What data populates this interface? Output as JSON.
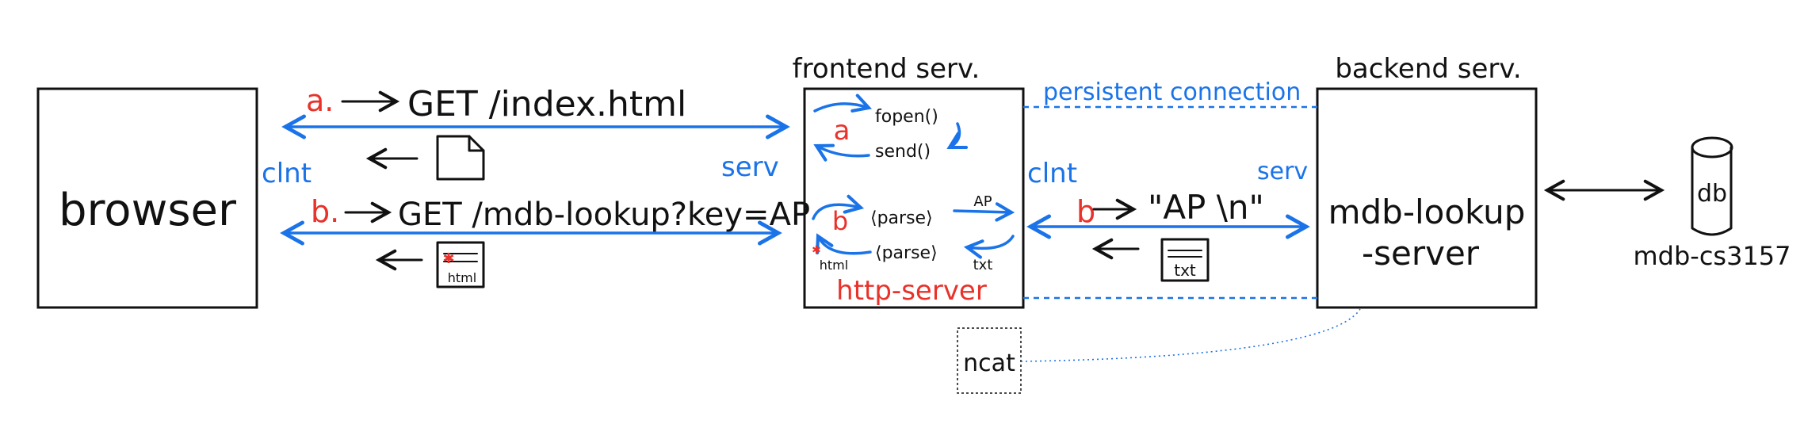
{
  "nodes": {
    "browser": "browser",
    "frontend_title": "frontend serv.",
    "backend_title": "backend serv.",
    "http_server": "http-server",
    "mdb_lookup_server_line1": "mdb-lookup",
    "mdb_lookup_server_line2": "-server",
    "db_label": "db",
    "db_name": "mdb-cs3157",
    "ncat": "ncat"
  },
  "roles": {
    "client_left": "clnt",
    "server_left": "serv",
    "client_right": "clnt",
    "server_right": "serv"
  },
  "requests": {
    "a_marker": "a.",
    "a_request": "GET  /index.html",
    "b_marker": "b.",
    "b_request": "GET /mdb-lookup?key=AP",
    "b_right_marker": "b",
    "b_right_payload": "\"AP \\n\""
  },
  "frontend_internals": {
    "a_marker": "a",
    "fopen": "fopen()",
    "send": "send()",
    "b_marker": "b",
    "parse_top": "⟨parse⟩",
    "parse_bottom": "⟨parse⟩",
    "ap_label": "AP",
    "html_label": "html",
    "txt_label": "txt"
  },
  "icons": {
    "html_doc_label": "html",
    "txt_doc_label": "txt"
  },
  "connections": {
    "persistent": "persistent connection"
  }
}
